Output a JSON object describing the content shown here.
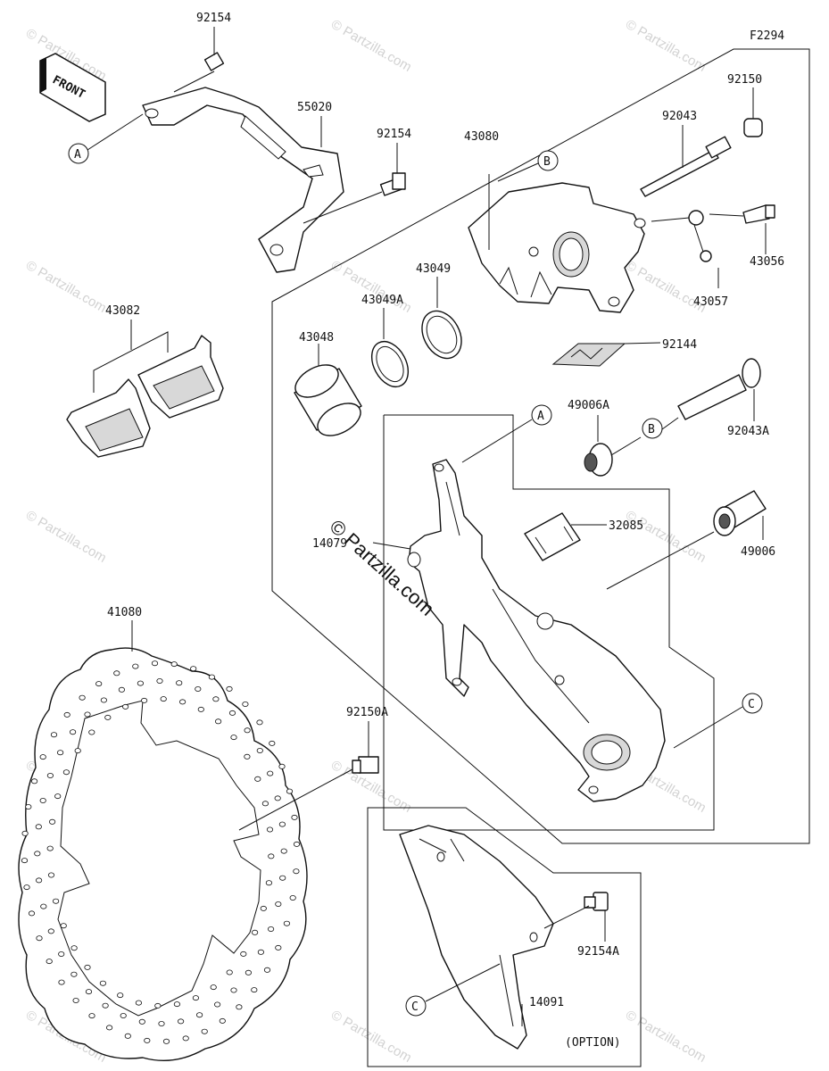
{
  "figure_code": "F2294",
  "direction_label": "FRONT",
  "option_label": "(OPTION)",
  "watermark": "© Partzilla.com",
  "watermark_center": "© Partzilla.com",
  "callouts": {
    "p92154_top": "92154",
    "p55020": "55020",
    "p92154_mid": "92154",
    "p43080": "43080",
    "p92043": "92043",
    "p92150": "92150",
    "p43056": "43056",
    "p43057": "43057",
    "p43082": "43082",
    "p43049A": "43049A",
    "p43049": "43049",
    "p43048": "43048",
    "p92144": "92144",
    "p49006A": "49006A",
    "p92043A": "92043A",
    "p32085": "32085",
    "p14079": "14079",
    "p49006": "49006",
    "p41080": "41080",
    "p92150A": "92150A",
    "p92154A": "92154A",
    "p14091": "14091"
  },
  "ref_markers": {
    "a_top": "A",
    "b_top": "B",
    "a_mid": "A",
    "b_mid": "B",
    "c_right": "C",
    "c_bottom": "C"
  }
}
